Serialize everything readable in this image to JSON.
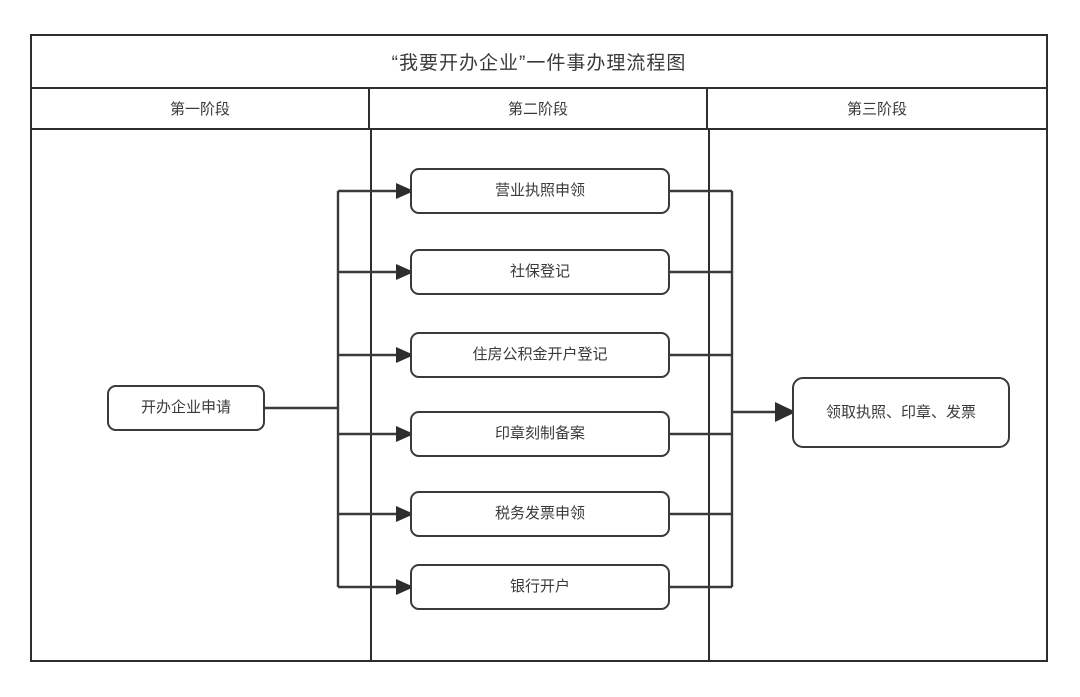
{
  "document": {
    "title": "“我要开办企业”一件事办理流程图",
    "type": "flowchart"
  },
  "header": {
    "title": "“我要开办企业”一件事办理流程图",
    "stages": [
      {
        "id": "stage-1",
        "label": "第一阶段"
      },
      {
        "id": "stage-2",
        "label": "第二阶段"
      },
      {
        "id": "stage-3",
        "label": "第三阶段"
      }
    ]
  },
  "flow": {
    "start_node": {
      "id": "start",
      "label": "开办企业申请",
      "stage": "第一阶段"
    },
    "parallel_nodes": [
      {
        "id": "mid-0",
        "label": "营业执照申领",
        "stage": "第二阶段"
      },
      {
        "id": "mid-1",
        "label": "社保登记",
        "stage": "第二阶段"
      },
      {
        "id": "mid-2",
        "label": "住房公积金开户登记",
        "stage": "第二阶段"
      },
      {
        "id": "mid-3",
        "label": "印章刻制备案",
        "stage": "第二阶段"
      },
      {
        "id": "mid-4",
        "label": "税务发票申领",
        "stage": "第二阶段"
      },
      {
        "id": "mid-5",
        "label": "银行开户",
        "stage": "第二阶段"
      }
    ],
    "end_node": {
      "id": "end",
      "label": "领取执照、印章、发票",
      "stage": "第三阶段"
    }
  },
  "style": {
    "line_color": "#3a3a3a",
    "border_color": "#2e2e2e",
    "text_color": "#3a3a3a",
    "background": "#ffffff"
  }
}
